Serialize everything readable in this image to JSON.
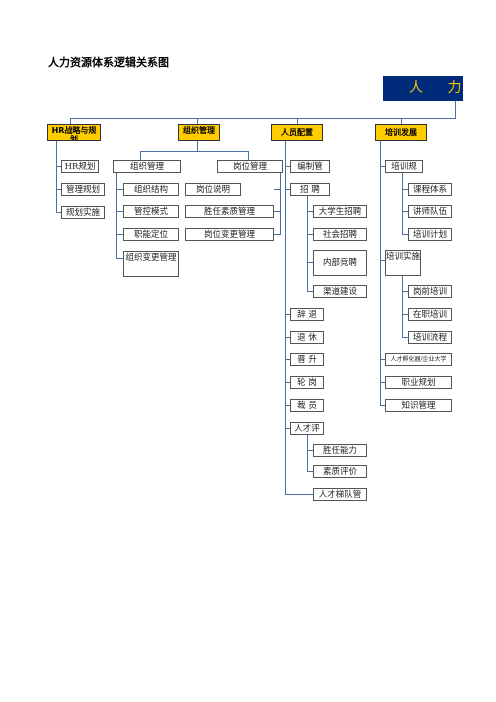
{
  "page": {
    "title": "人力资源体系逻辑关系图",
    "banner": "人 力"
  },
  "headers": {
    "hr_strategy": "HR战略与规划",
    "org_mgmt": "组织管理",
    "staffing": "人员配置",
    "training": "培训发展"
  },
  "hr_strategy": {
    "items": [
      "HR规划",
      "管理规划",
      "规划实施"
    ]
  },
  "org": {
    "group_label": "组织管理",
    "items": [
      "组织结构",
      "管控模式",
      "职能定位",
      "组织变更管理"
    ]
  },
  "post": {
    "group_label": "岗位管理",
    "items": [
      "岗位说明",
      "胜任素质管理",
      "岗位变更管理"
    ]
  },
  "staffing": {
    "establishment": "编制管",
    "recruit": "招 聘",
    "recruit_items": [
      "大学生招聘",
      "社会招聘",
      "内部竞聘",
      "渠道建设"
    ],
    "others": [
      "辞 退",
      "退 休",
      "晋 升",
      "轮 岗",
      "裁 员"
    ],
    "talent_eval": "人才评",
    "talent_items": [
      "胜任能力",
      "素质评价",
      "人才梯队管"
    ]
  },
  "training": {
    "plan": "培训规",
    "plan_items": [
      "课程体系",
      "讲师队伍",
      "培训计划"
    ],
    "impl": "培训实施",
    "impl_items": [
      "岗前培训",
      "在职培训",
      "培训流程"
    ],
    "others": [
      "人才孵化器/企业大学",
      "职业规划",
      "知识管理"
    ]
  }
}
